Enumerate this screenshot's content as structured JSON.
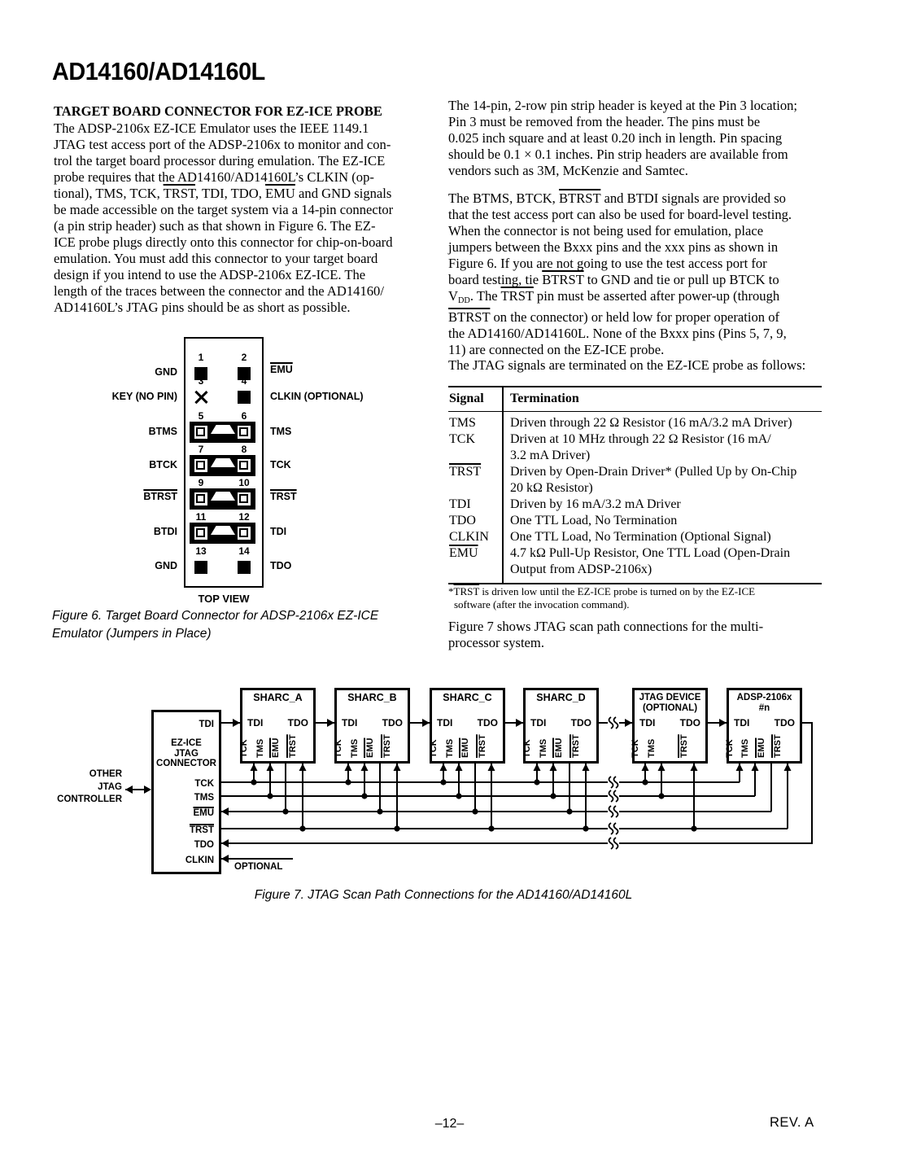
{
  "title": "AD14160/AD14160L",
  "left": {
    "heading": "TARGET BOARD CONNECTOR FOR EZ-ICE PROBE",
    "para1": [
      {
        "t": "The ADSP-2106x EZ-ICE Emulator uses the IEEE 1149.1"
      },
      {
        "br": true
      },
      {
        "t": "JTAG test access port of the ADSP-2106x to monitor and con-"
      },
      {
        "br": true
      },
      {
        "t": "trol the target board processor during emulation. The EZ-ICE"
      },
      {
        "br": true
      },
      {
        "t": "probe requires that the AD14160/AD14160L’s CLKIN (op-"
      },
      {
        "br": true
      },
      {
        "t": "tional), TMS, TCK, "
      },
      {
        "t": "TRST",
        "ov": true
      },
      {
        "t": ", TDI, TDO, "
      },
      {
        "t": "EMU",
        "ov": true
      },
      {
        "t": " and GND signals"
      },
      {
        "br": true
      },
      {
        "t": "be made accessible on the target system via a 14-pin connector"
      },
      {
        "br": true
      },
      {
        "t": "(a pin strip header) such as that shown in Figure 6. The EZ-"
      },
      {
        "br": true
      },
      {
        "t": "ICE probe plugs directly onto this connector for chip-on-board"
      },
      {
        "br": true
      },
      {
        "t": "emulation. You must add this connector to your target board"
      },
      {
        "br": true
      },
      {
        "t": "design if you intend to use the ADSP-2106x EZ-ICE. The"
      },
      {
        "br": true
      },
      {
        "t": "length of the traces between the connector and the AD14160/"
      },
      {
        "br": true
      },
      {
        "t": "AD14160L’s JTAG pins should be as short as possible."
      }
    ]
  },
  "right": {
    "para1": [
      {
        "t": "The 14-pin, 2-row pin strip header is keyed at the Pin 3 location;"
      },
      {
        "br": true
      },
      {
        "t": "Pin 3 must be removed from the header. The pins must be"
      },
      {
        "br": true
      },
      {
        "t": "0.025 inch square and at least 0.20 inch in length. Pin spacing"
      },
      {
        "br": true
      },
      {
        "t": "should be 0.1 × 0.1 inches. Pin strip headers are available from"
      },
      {
        "br": true
      },
      {
        "t": "vendors such as 3M, McKenzie and Samtec."
      }
    ],
    "para2": [
      {
        "t": "The BTMS, BTCK, "
      },
      {
        "t": "BTRST",
        "ov": true
      },
      {
        "t": " and BTDI signals are provided so"
      },
      {
        "br": true
      },
      {
        "t": "that the test access port can also be used for board-level testing."
      },
      {
        "br": true
      },
      {
        "t": "When the connector is not being used for emulation, place"
      },
      {
        "br": true
      },
      {
        "t": "jumpers between the Bxxx pins and the xxx pins as shown in"
      },
      {
        "br": true
      },
      {
        "t": "Figure 6. If you are not going to use the test access port for"
      },
      {
        "br": true
      },
      {
        "t": "board testing, tie "
      },
      {
        "t": "BTRST",
        "ov": true
      },
      {
        "t": " to GND and tie or pull up BTCK to"
      },
      {
        "br": true
      },
      {
        "t": "V"
      },
      {
        "t": "DD",
        "sub": true
      },
      {
        "t": ". The "
      },
      {
        "t": "TRST",
        "ov": true
      },
      {
        "t": " pin must be asserted after power-up (through"
      },
      {
        "br": true
      },
      {
        "t": "BTRST",
        "ov": true
      },
      {
        "t": " on the connector) or held low for proper operation of"
      },
      {
        "br": true
      },
      {
        "t": "the AD14160/AD14160L. None of the Bxxx pins (Pins 5, 7, 9,"
      },
      {
        "br": true
      },
      {
        "t": "11) are connected on the EZ-ICE probe."
      }
    ],
    "para3": "The JTAG signals are terminated on the EZ-ICE probe as follows:",
    "table": {
      "header_signal": "Signal",
      "header_termination": "Termination",
      "rows": [
        {
          "signal": [
            {
              "t": "TMS"
            }
          ],
          "termination": [
            {
              "t": "Driven through 22 Ω Resistor (16 mA/3.2 mA Driver)"
            }
          ]
        },
        {
          "signal": [
            {
              "t": "TCK"
            }
          ],
          "termination": [
            {
              "t": "Driven at 10 MHz through 22 Ω Resistor (16 mA/"
            },
            {
              "br": true
            },
            {
              "t": "3.2 mA Driver)"
            }
          ]
        },
        {
          "signal": [
            {
              "t": "TRST",
              "ov": true
            }
          ],
          "termination": [
            {
              "t": "Driven by Open-Drain Driver* (Pulled Up by On-Chip"
            },
            {
              "br": true
            },
            {
              "t": "20 kΩ Resistor)"
            }
          ]
        },
        {
          "signal": [
            {
              "t": "TDI"
            }
          ],
          "termination": [
            {
              "t": "Driven by 16 mA/3.2 mA Driver"
            }
          ]
        },
        {
          "signal": [
            {
              "t": "TDO"
            }
          ],
          "termination": [
            {
              "t": "One TTL Load, No Termination"
            }
          ]
        },
        {
          "signal": [
            {
              "t": "CLKIN"
            }
          ],
          "termination": [
            {
              "t": "One TTL Load, No Termination (Optional Signal)"
            }
          ]
        },
        {
          "signal": [
            {
              "t": "EMU",
              "ov": true
            }
          ],
          "termination": [
            {
              "t": "4.7 kΩ Pull-Up Resistor, One TTL Load (Open-Drain"
            },
            {
              "br": true
            },
            {
              "t": "Output from ADSP-2106x)"
            }
          ]
        }
      ]
    },
    "footnote": [
      {
        "t": "*"
      },
      {
        "t": "TRST",
        "ov": true
      },
      {
        "t": " is driven low until the EZ-ICE probe is turned on by the EZ-ICE"
      },
      {
        "br": true
      },
      {
        "t": "software (after the invocation command)."
      }
    ],
    "para4": [
      {
        "t": "Figure 7 shows JTAG scan path connections for the multi-"
      },
      {
        "br": true
      },
      {
        "t": "processor system."
      }
    ]
  },
  "fig6": {
    "rows": [
      {
        "num_l": "1",
        "num_r": "2",
        "label_l": [
          {
            "t": "GND"
          }
        ],
        "label_r": [
          {
            "t": "EMU",
            "ov": true
          }
        ]
      },
      {
        "num_l": "3",
        "num_r": "4",
        "label_l": [
          {
            "t": "KEY (NO PIN)"
          }
        ],
        "label_r": [
          {
            "t": "CLKIN (OPTIONAL)"
          }
        ]
      },
      {
        "num_l": "5",
        "num_r": "6",
        "label_l": [
          {
            "t": "BTMS"
          }
        ],
        "label_r": [
          {
            "t": "TMS"
          }
        ]
      },
      {
        "num_l": "7",
        "num_r": "8",
        "label_l": [
          {
            "t": "BTCK"
          }
        ],
        "label_r": [
          {
            "t": "TCK"
          }
        ]
      },
      {
        "num_l": "9",
        "num_r": "10",
        "label_l": [
          {
            "t": "BTRST",
            "ov": true
          }
        ],
        "label_r": [
          {
            "t": "TRST",
            "ov": true
          }
        ]
      },
      {
        "num_l": "11",
        "num_r": "12",
        "label_l": [
          {
            "t": "BTDI"
          }
        ],
        "label_r": [
          {
            "t": "TDI"
          }
        ]
      },
      {
        "num_l": "13",
        "num_r": "14",
        "label_l": [
          {
            "t": "GND"
          }
        ],
        "label_r": [
          {
            "t": "TDO"
          }
        ]
      }
    ],
    "top_view": "TOP VIEW",
    "caption_line1": "Figure 6.  Target Board Connector for ADSP-2106x EZ-ICE",
    "caption_line2": "Emulator (Jumpers in Place)"
  },
  "fig7": {
    "ez_ice_lines": [
      "EZ-ICE",
      "JTAG",
      "CONNECTOR"
    ],
    "conn_pins": {
      "tdi": [
        {
          "t": "TDI"
        }
      ],
      "tck": [
        {
          "t": "TCK"
        }
      ],
      "tms": [
        {
          "t": "TMS"
        }
      ],
      "emu": [
        {
          "t": "EMU",
          "ov": true
        }
      ],
      "trst": [
        {
          "t": "TRST",
          "ov": true
        }
      ],
      "tdo": [
        {
          "t": "TDO"
        }
      ],
      "clkin": [
        {
          "t": "CLKIN"
        }
      ]
    },
    "optional_label": "OPTIONAL",
    "other_controller_lines": [
      "OTHER",
      "JTAG",
      "CONTROLLER"
    ],
    "devices": [
      {
        "title_lines": [
          "SHARC_A"
        ],
        "tdi": "TDI",
        "tdo": "TDO",
        "pins": [
          [
            {
              "t": "TCK"
            }
          ],
          [
            {
              "t": "TMS"
            }
          ],
          [
            {
              "t": "EMU",
              "ov": true
            }
          ],
          [
            {
              "t": "TRST",
              "ov": true
            }
          ]
        ]
      },
      {
        "title_lines": [
          "SHARC_B"
        ],
        "tdi": "TDI",
        "tdo": "TDO",
        "pins": [
          [
            {
              "t": "TCK"
            }
          ],
          [
            {
              "t": "TMS"
            }
          ],
          [
            {
              "t": "EMU",
              "ov": true
            }
          ],
          [
            {
              "t": "TRST",
              "ov": true
            }
          ]
        ]
      },
      {
        "title_lines": [
          "SHARC_C"
        ],
        "tdi": "TDI",
        "tdo": "TDO",
        "pins": [
          [
            {
              "t": "TCK"
            }
          ],
          [
            {
              "t": "TMS"
            }
          ],
          [
            {
              "t": "EMU",
              "ov": true
            }
          ],
          [
            {
              "t": "TRST",
              "ov": true
            }
          ]
        ]
      },
      {
        "title_lines": [
          "SHARC_D"
        ],
        "tdi": "TDI",
        "tdo": "TDO",
        "pins": [
          [
            {
              "t": "TCK"
            }
          ],
          [
            {
              "t": "TMS"
            }
          ],
          [
            {
              "t": "EMU",
              "ov": true
            }
          ],
          [
            {
              "t": "TRST",
              "ov": true
            }
          ]
        ]
      },
      {
        "title_lines": [
          "JTAG DEVICE",
          "(OPTIONAL)"
        ],
        "tdi": "TDI",
        "tdo": "TDO",
        "pins": [
          [
            {
              "t": "TCK"
            }
          ],
          [
            {
              "t": "TMS"
            }
          ],
          [
            {
              "t": "TRST",
              "ov": true
            }
          ]
        ]
      },
      {
        "title_lines": [
          "ADSP-2106x",
          "#n"
        ],
        "tdi": "TDI",
        "tdo": "TDO",
        "pins": [
          [
            {
              "t": "TCK"
            }
          ],
          [
            {
              "t": "TMS"
            }
          ],
          [
            {
              "t": "EMU",
              "ov": true
            }
          ],
          [
            {
              "t": "TRST",
              "ov": true
            }
          ]
        ]
      }
    ],
    "caption": "Figure 7.  JTAG Scan Path Connections for the AD14160/AD14160L"
  },
  "footer": {
    "page_number": "–12–",
    "rev": "REV. A"
  }
}
